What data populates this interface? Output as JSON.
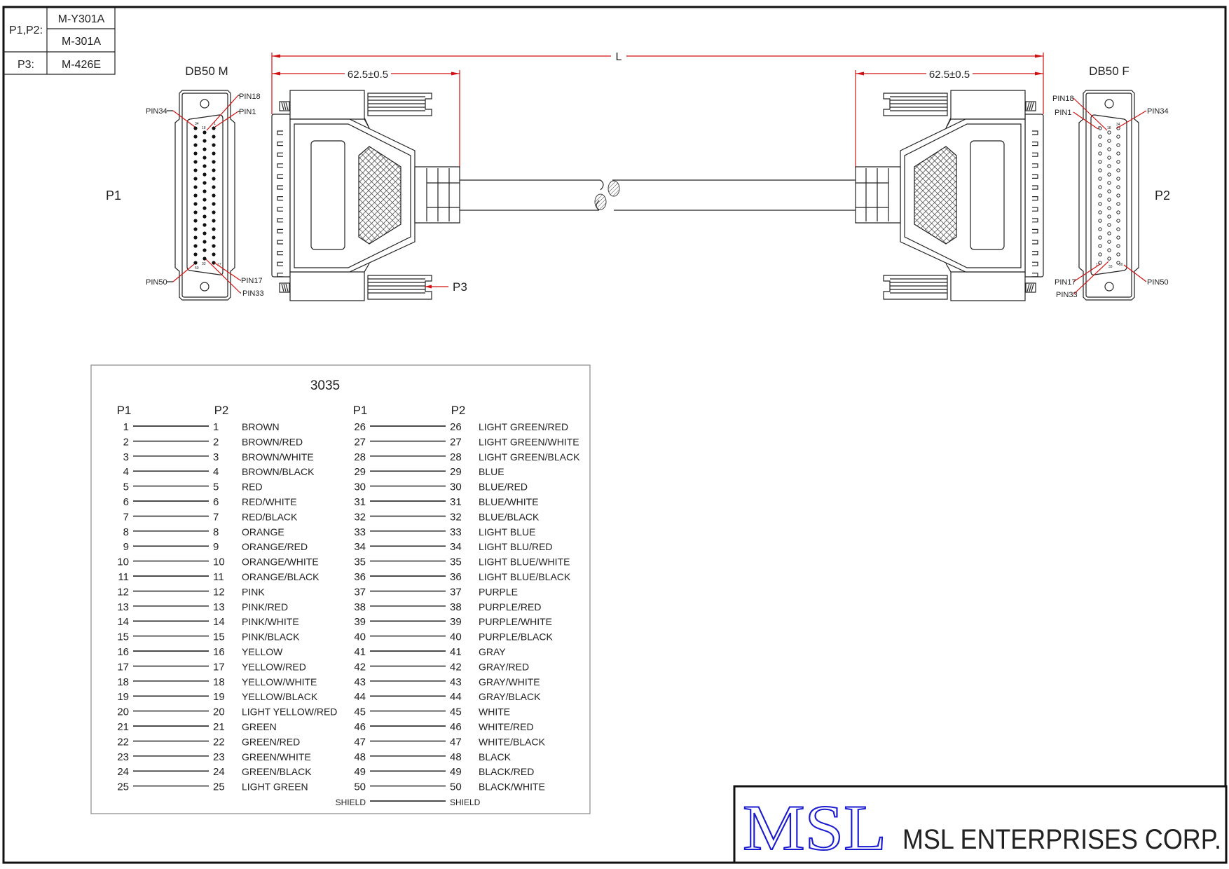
{
  "part_table": {
    "p1p2_label": "P1,P2:",
    "p1p2_parts": [
      "M-Y301A",
      "M-301A"
    ],
    "p3_label": "P3:",
    "p3_part": "M-426E"
  },
  "connector_left": {
    "title": "DB50 M",
    "side_label": "P1",
    "pins": {
      "pin34": "PIN34",
      "pin18": "PIN18",
      "pin1": "PIN1",
      "pin50": "PIN50",
      "pin17": "PIN17",
      "pin33": "PIN33"
    },
    "face_numbers": {
      "n34": "34",
      "n18": "18",
      "n1": "1",
      "n50": "50",
      "n33": "33",
      "n17": "17"
    }
  },
  "connector_right": {
    "title": "DB50 F",
    "side_label": "P2",
    "pins": {
      "pin18": "PIN18",
      "pin1": "PIN1",
      "pin34": "PIN34",
      "pin17": "PIN17",
      "pin33": "PIN33",
      "pin50": "PIN50"
    },
    "face_numbers": {
      "n1": "1",
      "n18": "18",
      "n34": "34",
      "n17": "17",
      "n33": "33",
      "n50": "50"
    }
  },
  "dimensions": {
    "overall": "L",
    "left_hood": "62.5±0.5",
    "right_hood": "62.5±0.5",
    "p3_callout": "P3"
  },
  "wiring": {
    "title": "3035",
    "headers": {
      "p1": "P1",
      "p2": "P2"
    },
    "left_rows": [
      {
        "p1": "1",
        "p2": "1",
        "color": "BROWN"
      },
      {
        "p1": "2",
        "p2": "2",
        "color": "BROWN/RED"
      },
      {
        "p1": "3",
        "p2": "3",
        "color": "BROWN/WHITE"
      },
      {
        "p1": "4",
        "p2": "4",
        "color": "BROWN/BLACK"
      },
      {
        "p1": "5",
        "p2": "5",
        "color": "RED"
      },
      {
        "p1": "6",
        "p2": "6",
        "color": "RED/WHITE"
      },
      {
        "p1": "7",
        "p2": "7",
        "color": "RED/BLACK"
      },
      {
        "p1": "8",
        "p2": "8",
        "color": "ORANGE"
      },
      {
        "p1": "9",
        "p2": "9",
        "color": "ORANGE/RED"
      },
      {
        "p1": "10",
        "p2": "10",
        "color": "ORANGE/WHITE"
      },
      {
        "p1": "11",
        "p2": "11",
        "color": "ORANGE/BLACK"
      },
      {
        "p1": "12",
        "p2": "12",
        "color": "PINK"
      },
      {
        "p1": "13",
        "p2": "13",
        "color": "PINK/RED"
      },
      {
        "p1": "14",
        "p2": "14",
        "color": "PINK/WHITE"
      },
      {
        "p1": "15",
        "p2": "15",
        "color": "PINK/BLACK"
      },
      {
        "p1": "16",
        "p2": "16",
        "color": "YELLOW"
      },
      {
        "p1": "17",
        "p2": "17",
        "color": "YELLOW/RED"
      },
      {
        "p1": "18",
        "p2": "18",
        "color": "YELLOW/WHITE"
      },
      {
        "p1": "19",
        "p2": "19",
        "color": "YELLOW/BLACK"
      },
      {
        "p1": "20",
        "p2": "20",
        "color": "LIGHT YELLOW/RED"
      },
      {
        "p1": "21",
        "p2": "21",
        "color": "GREEN"
      },
      {
        "p1": "22",
        "p2": "22",
        "color": "GREEN/RED"
      },
      {
        "p1": "23",
        "p2": "23",
        "color": "GREEN/WHITE"
      },
      {
        "p1": "24",
        "p2": "24",
        "color": "GREEN/BLACK"
      },
      {
        "p1": "25",
        "p2": "25",
        "color": "LIGHT GREEN"
      }
    ],
    "right_rows": [
      {
        "p1": "26",
        "p2": "26",
        "color": "LIGHT GREEN/RED"
      },
      {
        "p1": "27",
        "p2": "27",
        "color": "LIGHT GREEN/WHITE"
      },
      {
        "p1": "28",
        "p2": "28",
        "color": "LIGHT GREEN/BLACK"
      },
      {
        "p1": "29",
        "p2": "29",
        "color": "BLUE"
      },
      {
        "p1": "30",
        "p2": "30",
        "color": "BLUE/RED"
      },
      {
        "p1": "31",
        "p2": "31",
        "color": "BLUE/WHITE"
      },
      {
        "p1": "32",
        "p2": "32",
        "color": "BLUE/BLACK"
      },
      {
        "p1": "33",
        "p2": "33",
        "color": "LIGHT BLUE"
      },
      {
        "p1": "34",
        "p2": "34",
        "color": "LIGHT BLU/RED"
      },
      {
        "p1": "35",
        "p2": "35",
        "color": "LIGHT BLUE/WHITE"
      },
      {
        "p1": "36",
        "p2": "36",
        "color": "LIGHT BLUE/BLACK"
      },
      {
        "p1": "37",
        "p2": "37",
        "color": "PURPLE"
      },
      {
        "p1": "38",
        "p2": "38",
        "color": "PURPLE/RED"
      },
      {
        "p1": "39",
        "p2": "39",
        "color": "PURPLE/WHITE"
      },
      {
        "p1": "40",
        "p2": "40",
        "color": "PURPLE/BLACK"
      },
      {
        "p1": "41",
        "p2": "41",
        "color": "GRAY"
      },
      {
        "p1": "42",
        "p2": "42",
        "color": "GRAY/RED"
      },
      {
        "p1": "43",
        "p2": "43",
        "color": "GRAY/WHITE"
      },
      {
        "p1": "44",
        "p2": "44",
        "color": "GRAY/BLACK"
      },
      {
        "p1": "45",
        "p2": "45",
        "color": "WHITE"
      },
      {
        "p1": "46",
        "p2": "46",
        "color": "WHITE/RED"
      },
      {
        "p1": "47",
        "p2": "47",
        "color": "WHITE/BLACK"
      },
      {
        "p1": "48",
        "p2": "48",
        "color": "BLACK"
      },
      {
        "p1": "49",
        "p2": "49",
        "color": "BLACK/RED"
      },
      {
        "p1": "50",
        "p2": "50",
        "color": "BLACK/WHITE"
      },
      {
        "p1": "SHIELD",
        "p2": "SHIELD",
        "color": ""
      }
    ]
  },
  "title_block": {
    "logo": "MSL",
    "company": "MSL ENTERPRISES CORP.",
    "logo_color": "#1a1ad0"
  },
  "colors": {
    "dimension": "#d01010",
    "line": "#222222"
  }
}
